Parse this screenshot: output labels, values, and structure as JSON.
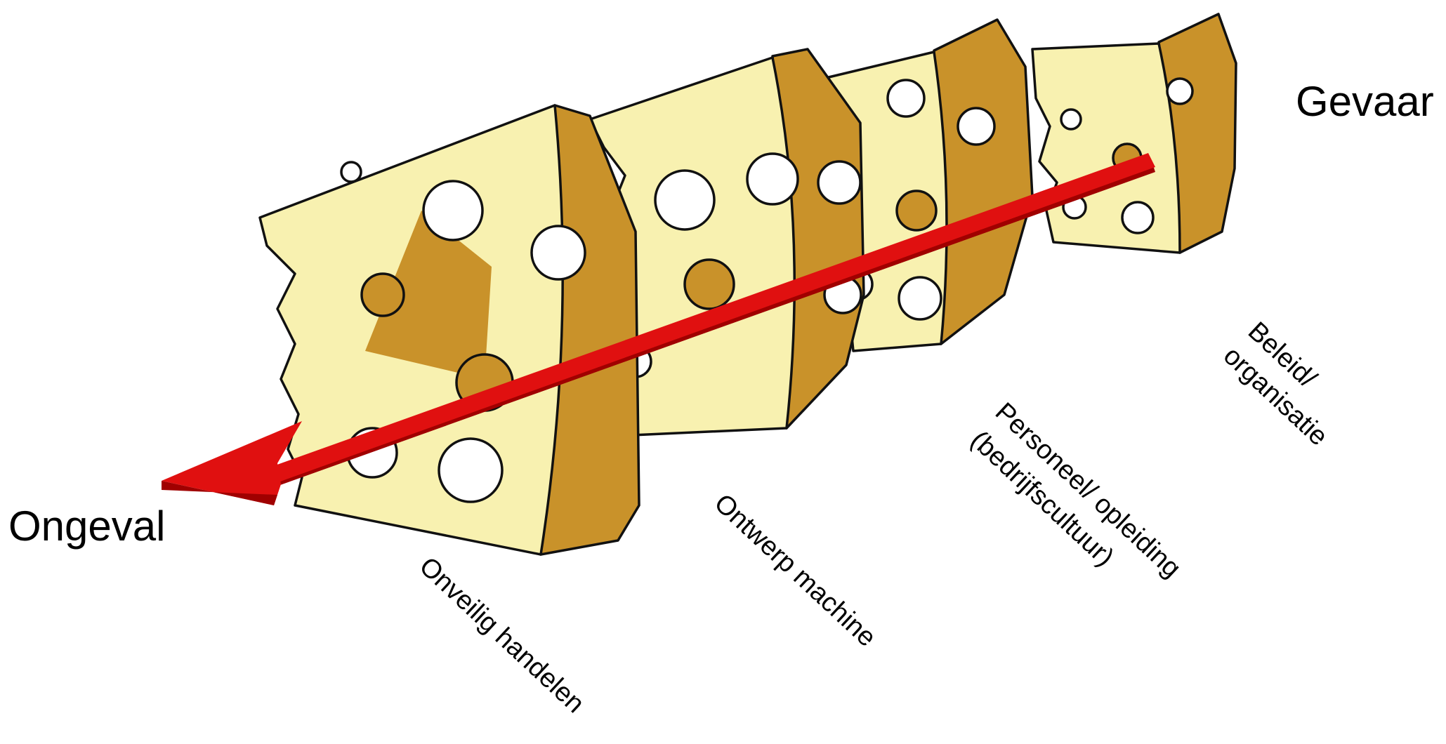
{
  "labels": {
    "hazard": "Gevaar",
    "accident": "Ongeval"
  },
  "layers": [
    {
      "label_lines": [
        "Onveilig handelen"
      ]
    },
    {
      "label_lines": [
        "Ontwerp machine"
      ]
    },
    {
      "label_lines": [
        "Personeel/ opleiding",
        "(bedrijfscultuur)"
      ]
    },
    {
      "label_lines": [
        "Beleid/",
        "organisatie"
      ]
    }
  ],
  "colors": {
    "cheese_face": "#f8f1b0",
    "cheese_side": "#c9922a",
    "cheese_shadow": "#b8841f",
    "arrow": "#e01010",
    "arrow_dark": "#a00000",
    "outline": "#111111"
  }
}
